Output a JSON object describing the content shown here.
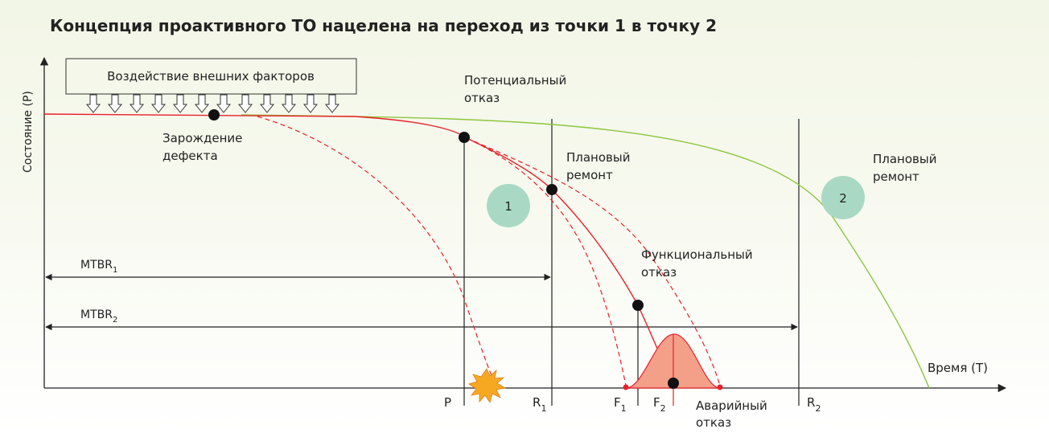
{
  "title": "Концепция проактивного ТО нацелена на переход из точки 1 в точку 2",
  "external_factors_box": "Воздействие внешних факторов",
  "y_axis_label": "Состояние (P)",
  "x_axis_label": "Время (T)",
  "labels": {
    "defect_origin": [
      "Зарождение",
      "дефекта"
    ],
    "potential_failure": [
      "Потенциальный",
      "отказ"
    ],
    "planned_repair_1": [
      "Плановый",
      "ремонт"
    ],
    "planned_repair_2": [
      "Плановый",
      "ремонт"
    ],
    "functional_failure": [
      "Функциональный",
      "отказ"
    ],
    "emergency_failure": [
      "Аварийный",
      "отказ"
    ]
  },
  "points": {
    "point_1": "1",
    "point_2": "2"
  },
  "mtbr": [
    {
      "base": "MTBR",
      "sub": "1"
    },
    {
      "base": "MTBR",
      "sub": "2"
    }
  ],
  "x_ticks": [
    {
      "base": "P",
      "sub": ""
    },
    {
      "base": "R",
      "sub": "1"
    },
    {
      "base": "F",
      "sub": "1"
    },
    {
      "base": "F",
      "sub": "2"
    },
    {
      "base": "R",
      "sub": "2"
    }
  ],
  "colors": {
    "actual_curve": "#e8202a",
    "improved_curve": "#8cc63f",
    "distribution_fill": "#f4a089",
    "circle_fill": "#a9d9c4",
    "explosion": "#f7a823",
    "axis": "#222222"
  }
}
